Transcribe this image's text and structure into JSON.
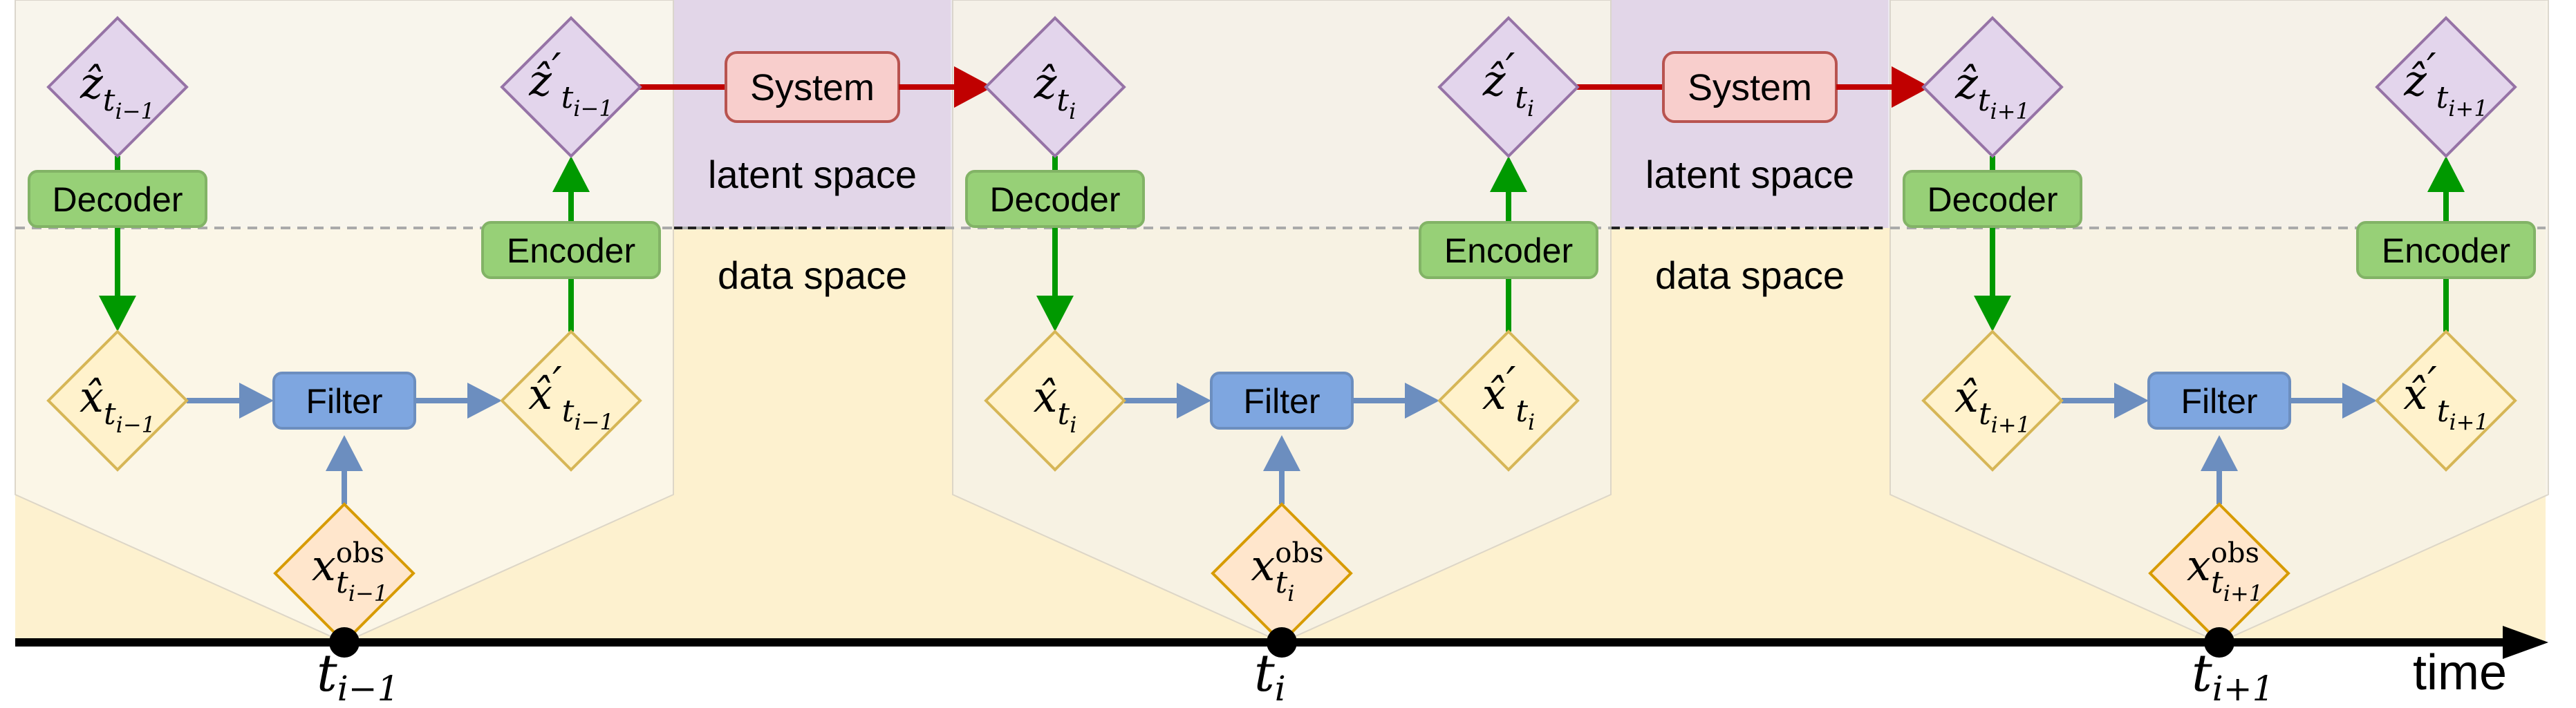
{
  "labels": {
    "decoder": "Decoder",
    "encoder": "Encoder",
    "filter": "Filter",
    "system": "System",
    "latent_space": "latent space",
    "data_space": "data space",
    "time": "time"
  },
  "steps": [
    {
      "hat": "ẑ",
      "tick_sub": "i−1",
      "obs_sup": "obs"
    },
    {
      "hat": "ẑ",
      "tick_sub": "i",
      "obs_sup": "obs"
    },
    {
      "hat": "ẑ",
      "tick_sub": "i+1",
      "obs_sup": "obs"
    }
  ],
  "symbols": {
    "z_hat": "ẑ",
    "x_hat": "x̂",
    "x_obs": "x",
    "t": "t",
    "prime": "′"
  },
  "colors": {
    "latent_band": "#ece8f0",
    "latent_gap": "#e2d6e8",
    "data_band": "#fdf1cf",
    "panel_fill": "#fbf8ec",
    "panel_fill_mid": "#f7f3e7",
    "violet_diamond_fill": "#e3d5ec",
    "violet_diamond_stroke": "#9673a6",
    "yellow_diamond_fill": "#fff2cc",
    "yellow_diamond_stroke": "#d6b656",
    "obs_diamond_fill": "#ffe6cc",
    "obs_diamond_stroke": "#d79b00",
    "green_box_fill": "#97d077",
    "green_box_stroke": "#82b366",
    "green_arrow": "#009900",
    "blue_box_fill": "#7ea6e0",
    "blue_box_stroke": "#6c8ebf",
    "blue_arrow": "#6c8ebf",
    "red_box_fill": "#f8cecc",
    "red_box_stroke": "#b85450",
    "red_arrow": "#c00000",
    "axis": "#000000"
  }
}
